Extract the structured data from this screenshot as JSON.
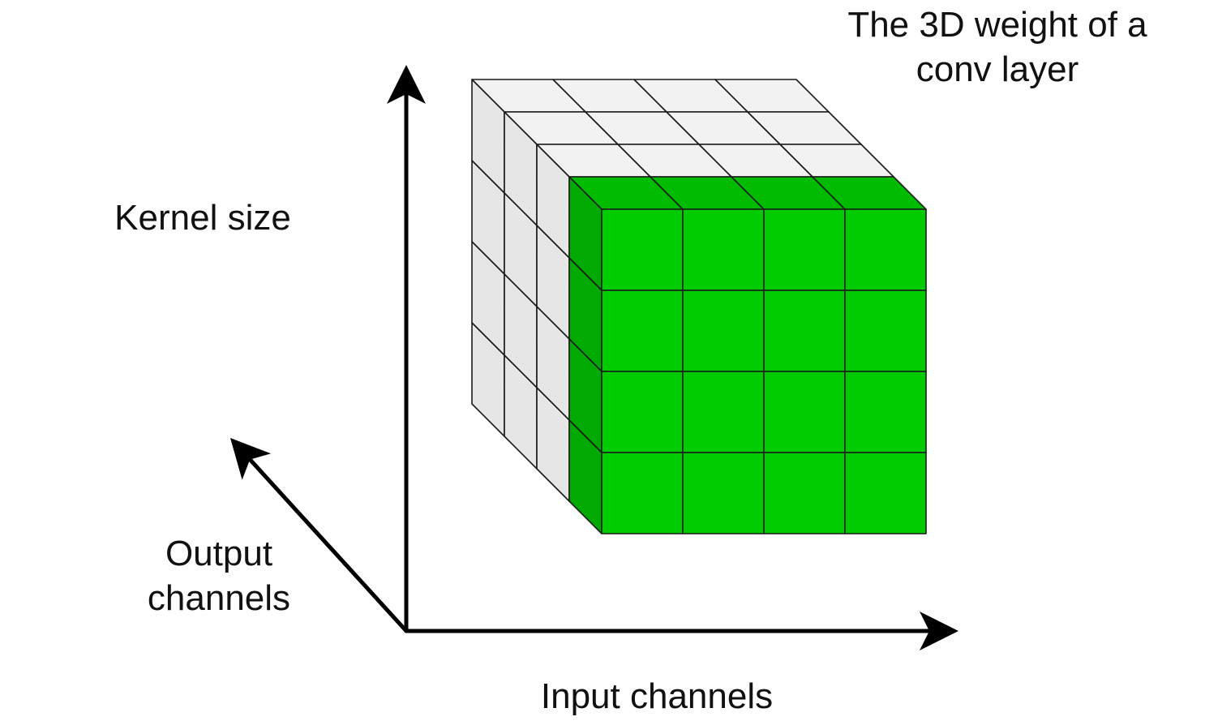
{
  "title": {
    "line1": "The 3D weight of a",
    "line2": "conv layer"
  },
  "axes": {
    "kernel_size": "Kernel size",
    "output_channels": {
      "line1": "Output",
      "line2": "channels"
    },
    "input_channels": "Input channels"
  },
  "cube": {
    "front_rows": 4,
    "front_cols": 4,
    "depth_layers": 4,
    "colors": {
      "front_face": "#00CC00",
      "green_top": "#00BB00",
      "green_side": "#00AA00",
      "grey_top": "#F2F2F2",
      "grey_side": "#E6E6E6",
      "outline": "#1a1a1a"
    }
  },
  "arrow_color": "#000000"
}
